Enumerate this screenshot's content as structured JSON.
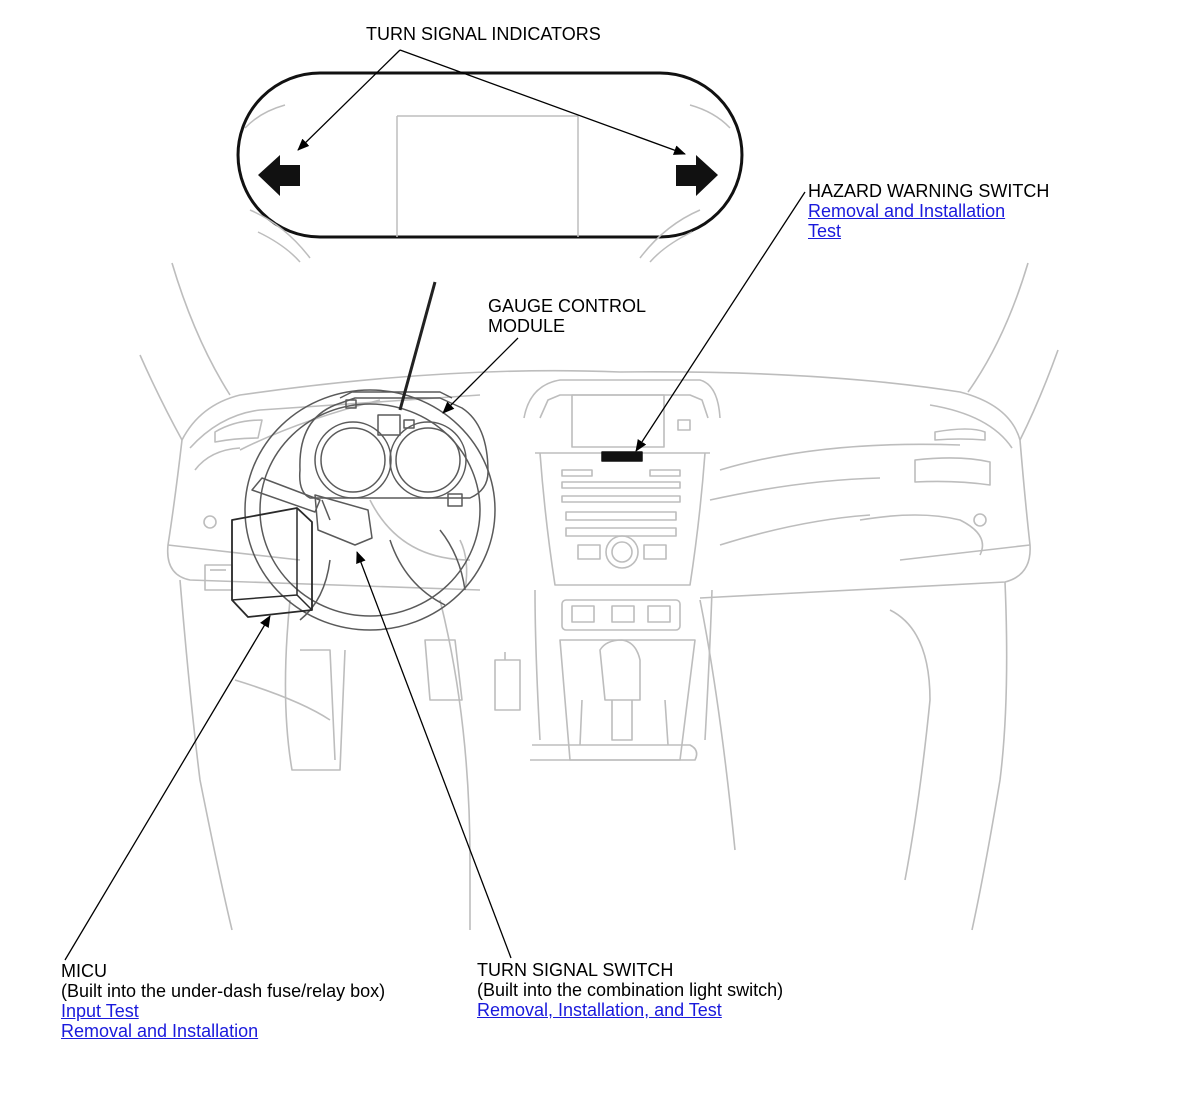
{
  "callouts": {
    "turn_signal_indicators": {
      "title": "TURN SIGNAL INDICATORS"
    },
    "hazard_warning_switch": {
      "title": "HAZARD WARNING SWITCH",
      "links": [
        "Removal and Installation",
        "Test"
      ]
    },
    "gauge_control_module": {
      "title_line1": "GAUGE CONTROL",
      "title_line2": "MODULE"
    },
    "micu": {
      "title": "MICU",
      "note": "(Built into the under-dash fuse/relay box)",
      "links": [
        "Input Test",
        "Removal and Installation"
      ]
    },
    "turn_signal_switch": {
      "title": "TURN SIGNAL SWITCH",
      "note": "(Built into the combination light switch)",
      "links": [
        "Removal, Installation, and Test"
      ]
    }
  },
  "colors": {
    "link": "#1a1adc",
    "line_art": "#bdbdbd",
    "callout": "#000000"
  }
}
